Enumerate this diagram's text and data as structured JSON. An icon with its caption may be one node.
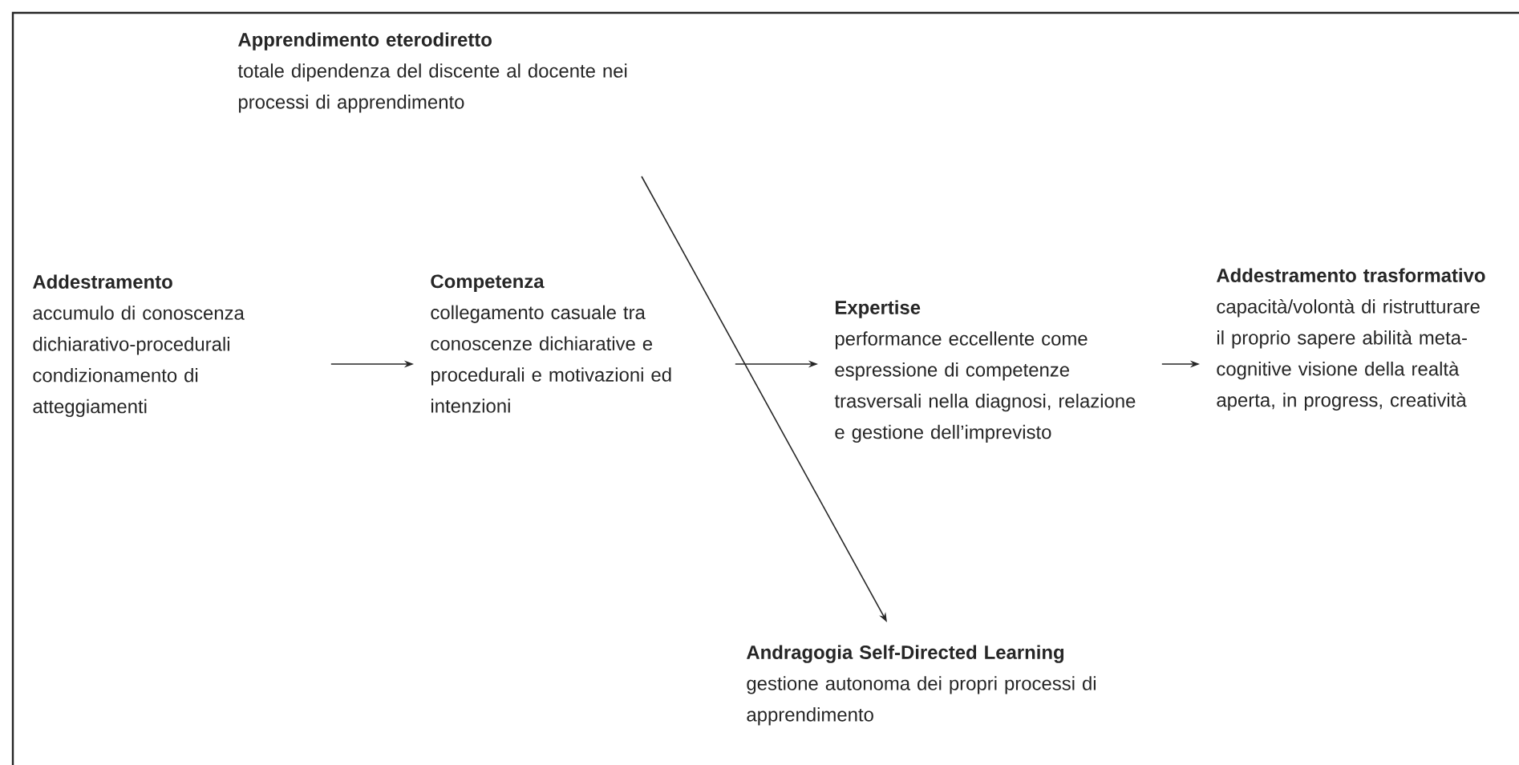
{
  "diagram": {
    "nodes": [
      {
        "text": [
          "Apprendimento eterodiretto",
          "totale dipendenza del discente al docente nei processi di apprendimento"
        ]
      },
      {
        "text": [
          "Addestramento",
          "accumulo di conoscenza dichiarativo-procedurali condizionamento di atteggiamenti"
        ]
      },
      {
        "text": [
          "Competenza",
          "collegamento casuale tra conoscenze dichiarative e procedurali e motivazioni ed intenzioni"
        ]
      },
      {
        "text": [
          "Expertise",
          "performance eccellente come espressione di competenze trasversali nella diagnosi, relazione e gestione dell’imprevisto"
        ]
      },
      {
        "text": [
          "Addestramento trasformativo",
          "capacità/volontà di ristrutturare il proprio sapere abilità meta-cognitive visione della realtà aperta, in progress, creatività"
        ]
      },
      {
        "text": [
          "Andragogia Self-Directed Learning",
          "gestione autonoma dei propri processi di apprendimento"
        ]
      }
    ],
    "edges": [
      {
        "from": 1,
        "to": 2,
        "arrow": "to"
      },
      {
        "from": 2,
        "to": 3,
        "arrow": "to"
      },
      {
        "from": 3,
        "to": 4,
        "arrow": "to"
      },
      {
        "from": 0,
        "to": 5,
        "arrow": "to"
      }
    ]
  }
}
